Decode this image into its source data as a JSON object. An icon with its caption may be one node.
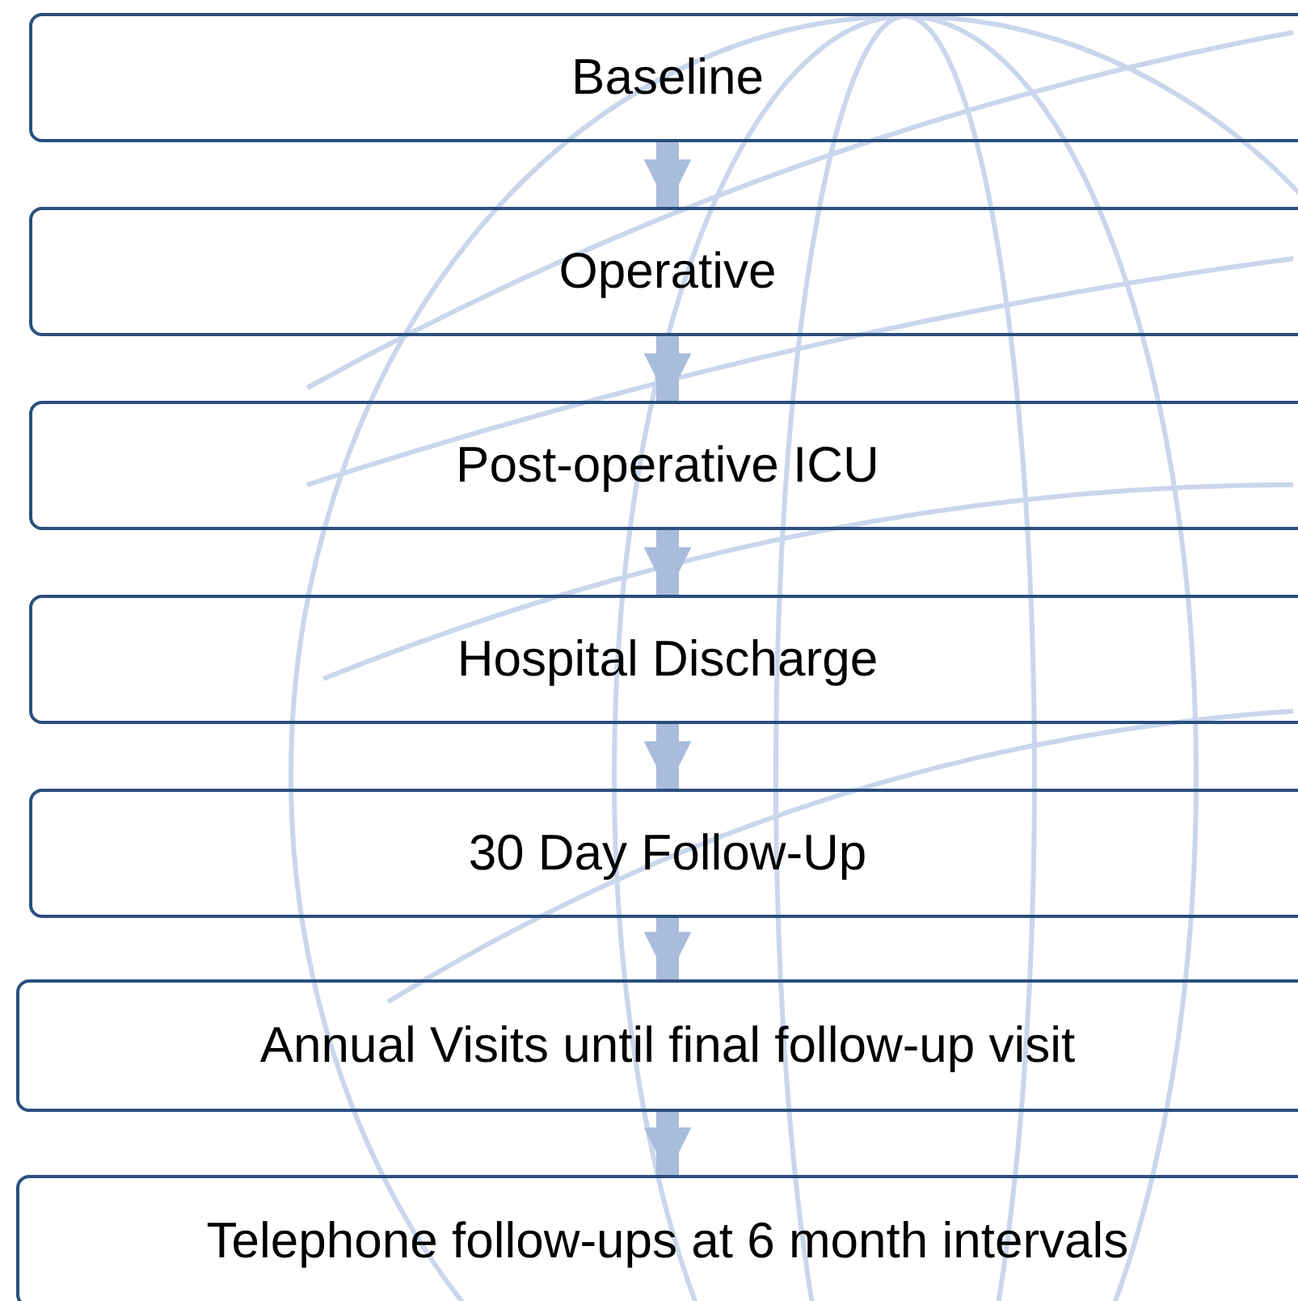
{
  "diagram": {
    "nodes": [
      {
        "text": [
          "Baseline"
        ]
      },
      {
        "text": [
          "Operative"
        ]
      },
      {
        "text": [
          "Post-operative ICU"
        ]
      },
      {
        "text": [
          "Hospital Discharge"
        ]
      },
      {
        "text": [
          "30 Day Follow-Up"
        ]
      },
      {
        "text": [
          "Annual Visits until final follow-up visit"
        ]
      },
      {
        "text": [
          "Telephone follow-ups at 6 month intervals"
        ]
      }
    ],
    "edges": [
      {
        "from": 0,
        "to": 1,
        "arrow": "to"
      },
      {
        "from": 1,
        "to": 2,
        "arrow": "to"
      },
      {
        "from": 2,
        "to": 3,
        "arrow": "to"
      },
      {
        "from": 3,
        "to": 4,
        "arrow": "to"
      },
      {
        "from": 4,
        "to": 5,
        "arrow": "to"
      },
      {
        "from": 5,
        "to": 6,
        "arrow": "to"
      }
    ]
  }
}
